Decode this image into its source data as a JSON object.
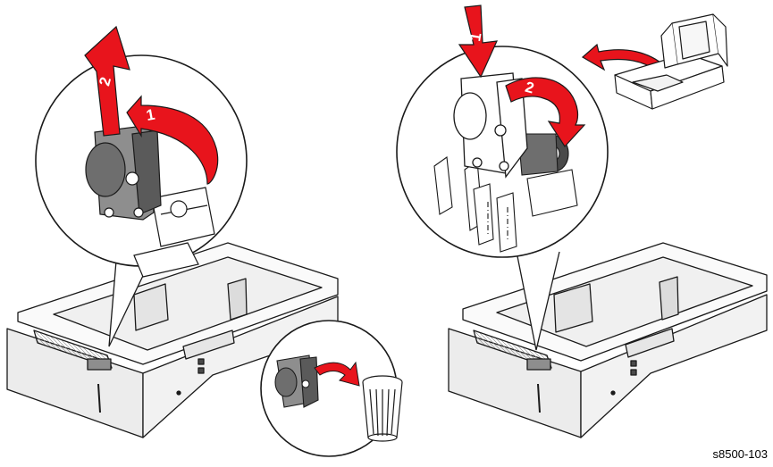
{
  "figure_id": "s8500-103",
  "colors": {
    "arrow_red": "#e8141c",
    "line": "#1a1a1a",
    "part_gray": "#8e8e8e",
    "part_dark": "#4a4a4a",
    "tray_fill": "#f4f4f4",
    "white": "#ffffff"
  },
  "left_panel": {
    "steps": [
      {
        "number": "1",
        "action": "rotate-arrow"
      },
      {
        "number": "2",
        "action": "lift-arrow"
      }
    ]
  },
  "right_panel": {
    "steps": [
      {
        "number": "1",
        "action": "press-down-arrow"
      },
      {
        "number": "2",
        "action": "rotate-arrow"
      }
    ]
  },
  "icons": [
    "trash-can-icon",
    "packaging-box-icon"
  ]
}
